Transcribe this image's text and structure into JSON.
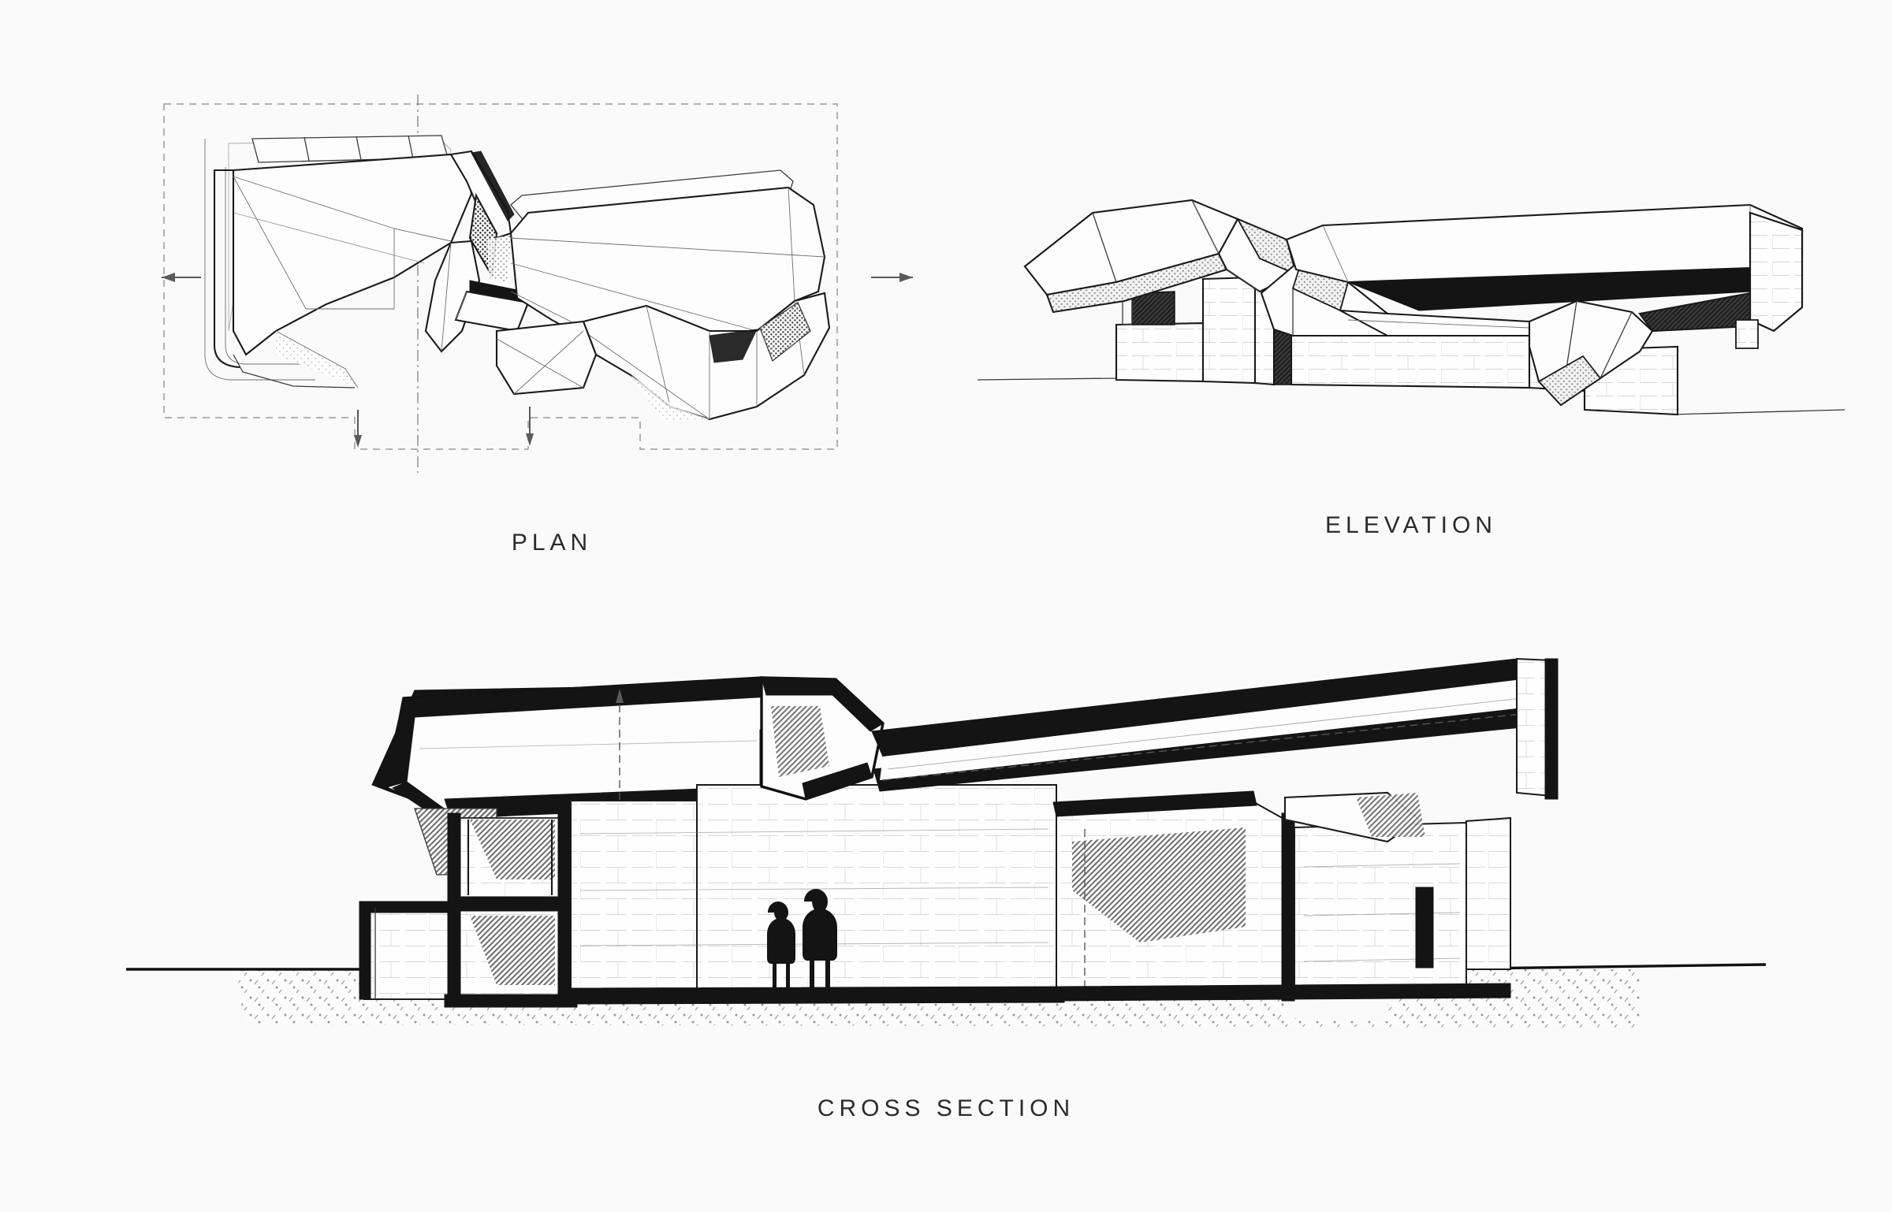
{
  "sheet": {
    "background_color": "#fafafa",
    "ink_color": "#1a1a1a",
    "drawing_type": "architectural-presentation-sheet",
    "medium": "line-drawing"
  },
  "views": [
    {
      "id": "plan",
      "caption": "PLAN",
      "description": "Roof plan of a faceted deconstructivist building composed of two angular crystalline wings joined at a central hinge, set within a dashed rectangular site boundary",
      "annotations": {
        "site_boundary": "dashed rectangle",
        "section_cut_line": "vertical dash-dot line through centre",
        "section_arrow_left": "left-pointing arrow",
        "section_arrow_right": "right-pointing arrow",
        "direction_markers": 2
      }
    },
    {
      "id": "elevation",
      "caption": "ELEVATION",
      "description": "Side elevation showing two cantilevered faceted volumes rising above a coursed stone masonry plinth, with deep dark recessed glazing between the masses",
      "annotations": {
        "ground_line": "horizontal datum line",
        "wall_texture": "stone block coursing",
        "shadow_fill": "stipple and cross-hatch"
      }
    },
    {
      "id": "cross-section",
      "caption": "CROSS SECTION",
      "description": "Longitudinal cross section cut through the building revealing interior volumes, heavy black poche at the cut structure, a long tapering cantilevered roof bar, and stippled earth hatch below the ground line",
      "annotations": {
        "scale_figures": 2,
        "ground_line": "horizontal datum line",
        "earth_hatch": "diagonal stipple below grade",
        "poche": "solid black cut structure",
        "shadow_fill": "diagonal cross-hatch",
        "dimension_arrows": 2
      }
    }
  ],
  "captions": {
    "plan": "PLAN",
    "elevation": "ELEVATION",
    "cross_section": "CROSS SECTION"
  }
}
